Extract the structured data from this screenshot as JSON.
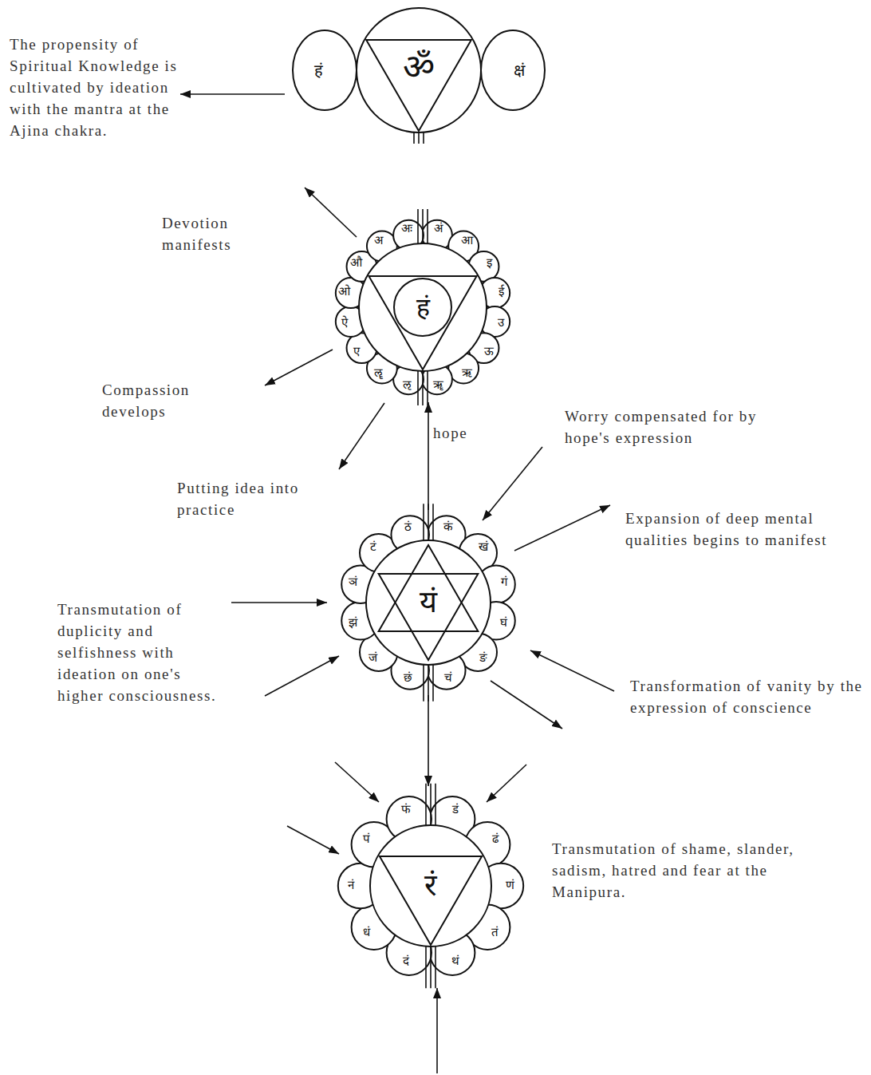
{
  "diagram": {
    "nodes": [
      {
        "text": [
          "ॐ",
          "हं",
          "क्षं"
        ]
      },
      {
        "text": [
          "हं",
          "अं",
          "आ",
          "इ",
          "ई",
          "उ",
          "ऊ",
          "ऋ",
          "ॠ",
          "ऌ",
          "ॡ",
          "ए",
          "ऐ",
          "ओ",
          "औ",
          "अ",
          "अः"
        ]
      },
      {
        "text": [
          "यं",
          "कं",
          "खं",
          "गं",
          "घं",
          "ङं",
          "चं",
          "छं",
          "जं",
          "झं",
          "ञं",
          "टं",
          "ठं"
        ]
      },
      {
        "text": [
          "रं",
          "डं",
          "ढं",
          "णं",
          "तं",
          "थं",
          "दं",
          "धं",
          "नं",
          "पं",
          "फं"
        ]
      }
    ],
    "edges": [
      {
        "from": 2,
        "to": 1,
        "arrow": "to",
        "label": "hope"
      },
      {
        "from": 2,
        "to": 3,
        "arrow": "to"
      }
    ],
    "labels": [
      "The propensity of Spiritual Knowledge is cultivated by ideation with the mantra at the Ajina chakra.",
      "Devotion manifests",
      "Compassion develops",
      "Putting idea into practice",
      "Worry compensated for by hope's expression",
      "Expansion of deep mental qualities begins to manifest",
      "Transmutation of duplicity and selfishness with ideation on one's higher consciousness.",
      "Transformation of vanity by the expression of conscience",
      "Transmutation of shame, slander, sadism, hatred and fear at the Manipura."
    ]
  }
}
